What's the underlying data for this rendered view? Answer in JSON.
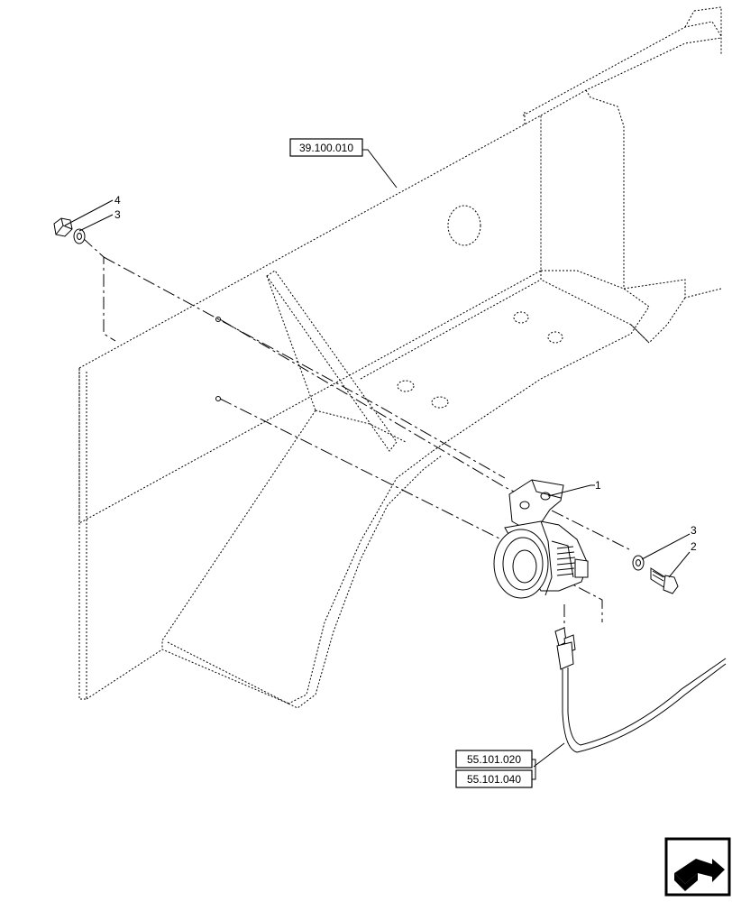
{
  "references": {
    "frame": "39.100.010",
    "harness_a": "55.101.020",
    "harness_b": "55.101.040"
  },
  "callouts": {
    "lamp": "1",
    "bolt": "2",
    "washer_top": "3",
    "nut": "4",
    "washer_bottom": "3"
  },
  "nav": {
    "icon": "arrow-turn-icon"
  }
}
